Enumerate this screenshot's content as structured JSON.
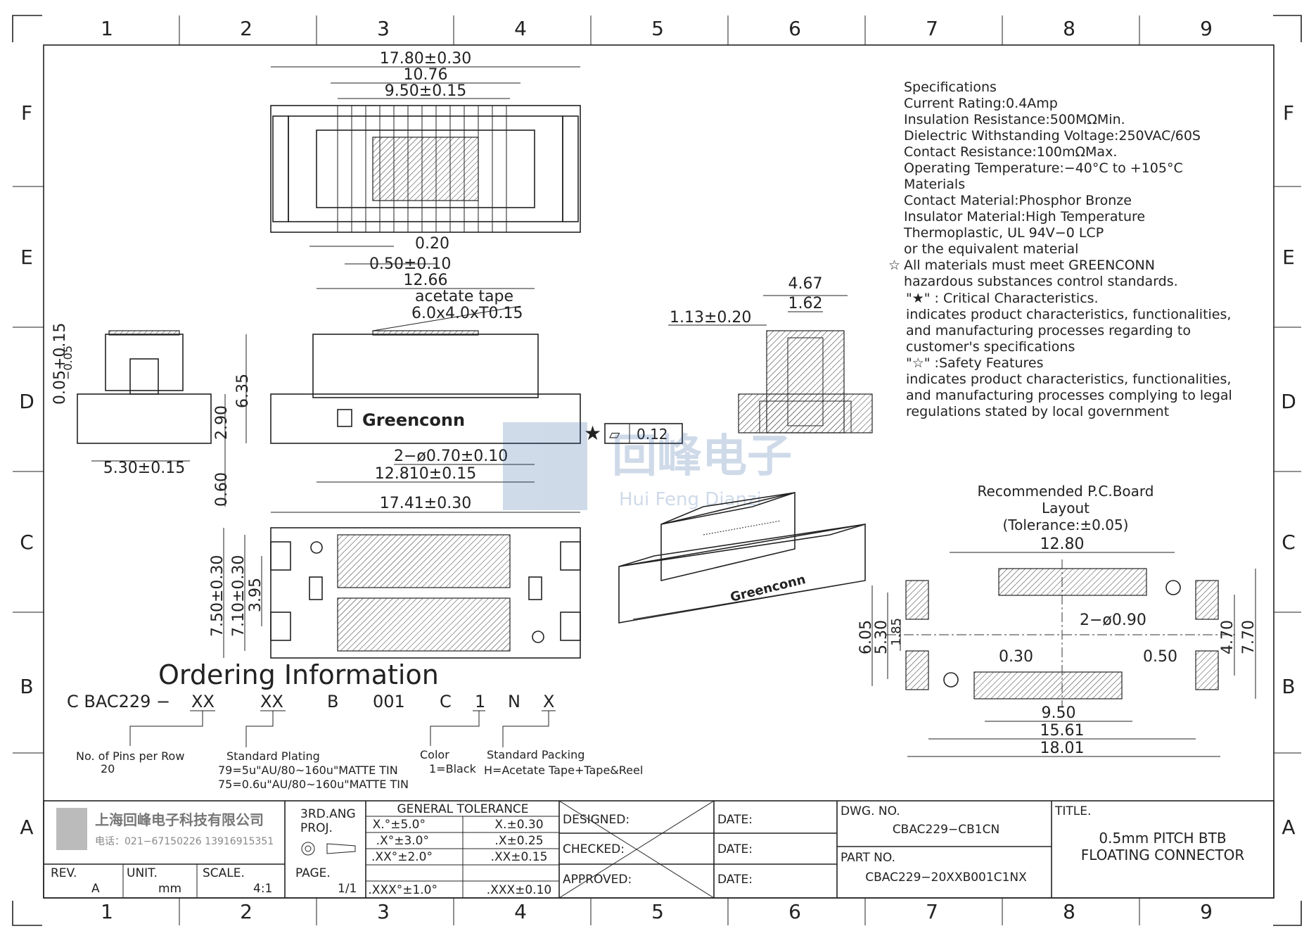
{
  "grid": {
    "columns": [
      "1",
      "2",
      "3",
      "4",
      "5",
      "6",
      "7",
      "8",
      "9"
    ],
    "rows": [
      "F",
      "E",
      "D",
      "C",
      "B",
      "A"
    ]
  },
  "specs": {
    "lines": [
      "Specifications",
      "Current  Rating:0.4Amp",
      "Insulation  Resistance:500MΩMin.",
      "Dielectric  Withstanding  Voltage:250VAC/60S",
      "Contact  Resistance:100mΩMax.",
      "Operating  Temperature:−40°C  to  +105°C",
      "Materials",
      "Contact  Material:Phosphor  Bronze",
      "Insulator  Material:High  Temperature",
      "Thermoplastic,  UL  94V−0  LCP",
      "or  the  equivalent  material",
      "All  materials  must  meet  GREENCONN",
      "hazardous  substances  control  standards.",
      "\"★\" : Critical  Characteristics.",
      "indicates  product  characteristics,  functionalities,",
      "and  manufacturing  processes  regarding  to",
      "customer's  specifications",
      "\"☆\" :Safety  Features",
      "indicates  product  characteristics,  functionalities,",
      "and  manufacturing  processes  complying  to  legal",
      "regulations  stated  by  local  government"
    ],
    "safety_mark": "☆"
  },
  "top_view": {
    "dims": [
      "17.80±0.30",
      "10.76",
      "9.50±0.15",
      "0.20",
      "0.50±0.10"
    ]
  },
  "front_view": {
    "dims": [
      "12.66",
      "acetate  tape",
      "6.0x4.0xT0.15",
      "2−ø0.70±0.10",
      "12.810±0.15"
    ],
    "brand": "Greenconn",
    "critical_star": "★",
    "flatness_symbol": "▱",
    "flatness_value": "0.12"
  },
  "side_view": {
    "dims": [
      "0.05+0.15",
      "−0.05",
      "6.35",
      "2.90",
      "5.30±0.15",
      "0.60"
    ]
  },
  "section_view": {
    "dims": [
      "4.67",
      "1.62",
      "1.13±0.20"
    ]
  },
  "bottom_view": {
    "dims": [
      "17.41±0.30",
      "7.50±0.30",
      "7.10±0.30",
      "3.95"
    ]
  },
  "watermark": {
    "cn": "回峰电子",
    "en": "Hui Feng Dianzi"
  },
  "pcb_layout": {
    "title_lines": [
      "Recommended  P.C.Board",
      "Layout",
      "(Tolerance:±0.05)"
    ],
    "dims": [
      "12.80",
      "2−ø0.90",
      "0.30",
      "0.50",
      "9.50",
      "15.61",
      "18.01",
      "6.05",
      "5.30",
      "1.85",
      "4.70",
      "7.70"
    ]
  },
  "ordering": {
    "title": "Ordering  Information",
    "code_parts": [
      "C  BAC229  −",
      "XX",
      "XX",
      "B",
      "001",
      "C",
      "1",
      "N",
      "X"
    ],
    "notes": {
      "pins_label": "No.  of  Pins  per  Row",
      "pins_value": "20",
      "plating_label": "Standard  Plating",
      "plating_79": "79=5u\"AU/80~160u\"MATTE  TIN",
      "plating_75": "75=0.6u\"AU/80~160u\"MATTE  TIN",
      "color_label": "Color",
      "color_value": "1=Black",
      "packing_label": "Standard  Packing",
      "packing_value": "H=Acetate  Tape+Tape&Reel"
    }
  },
  "title_block": {
    "company_cn": "上海回峰电子科技有限公司",
    "phone": "电话：021−67150226  13916915351",
    "projection": "3RD.ANG\nPROJ.",
    "projection_l1": "3RD.ANG",
    "projection_l2": "PROJ.",
    "tolerance_title": "GENERAL  TOLERANCE",
    "tolerance": [
      [
        "X.°±5.0°",
        "X.±0.30"
      ],
      [
        ".X°±3.0°",
        ".X±0.25"
      ],
      [
        ".XX°±2.0°",
        ".XX±0.15"
      ],
      [
        ".XXX°±1.0°",
        ".XXX±0.10"
      ]
    ],
    "designed": "DESIGNED:",
    "checked": "CHECKED:",
    "approved": "APPROVED:",
    "date": "DATE:",
    "dwg_no_label": "DWG.  NO.",
    "dwg_no": "CBAC229−CB1CN",
    "part_no_label": "PART  NO.",
    "part_no": "CBAC229−20XXB001C1NX",
    "title_label": "TITLE.",
    "title_line1": "0.5mm  PITCH    BTB",
    "title_line2": "FLOATING  CONNECTOR",
    "rev_label": "REV.",
    "rev": "A",
    "unit_label": "UNIT.",
    "unit": "mm",
    "scale_label": "SCALE.",
    "scale": "4:1",
    "page_label": "PAGE.",
    "page": "1/1"
  }
}
